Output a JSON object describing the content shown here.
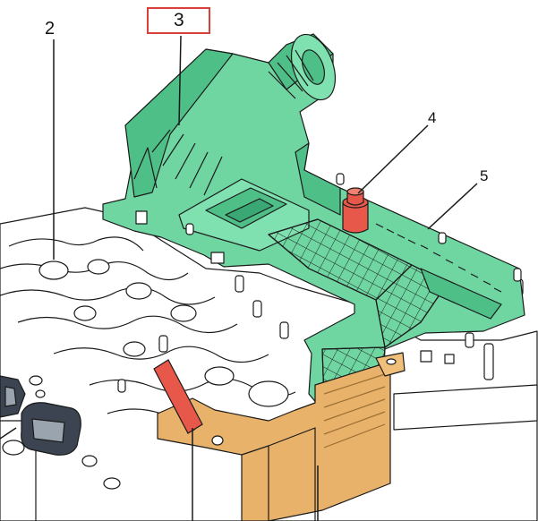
{
  "callouts": {
    "c2": "2",
    "c3": "3",
    "c4": "4",
    "c5": "5"
  },
  "colors": {
    "housing_green": "#6fd6a2",
    "connector_red": "#e8584a",
    "module_orange": "#e8b26a",
    "highlight_box": "#d9403a",
    "outline": "#1a1a1a"
  }
}
